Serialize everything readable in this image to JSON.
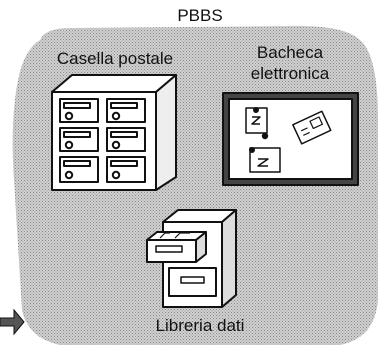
{
  "diagram": {
    "title": "PBBS",
    "mailbox": {
      "label": "Casella postale",
      "icon": "mailbox-cabinet-icon"
    },
    "bulletin_board": {
      "label_line1": "Bacheca",
      "label_line2": "elettronica",
      "icon": "corkboard-icon"
    },
    "library": {
      "label": "Libreria dati",
      "icon": "file-cabinet-icon"
    }
  },
  "colors": {
    "background": "#ffffff",
    "cloud_fill": "#c8c8c8",
    "stroke": "#111111",
    "object_fill": "#ffffff"
  }
}
